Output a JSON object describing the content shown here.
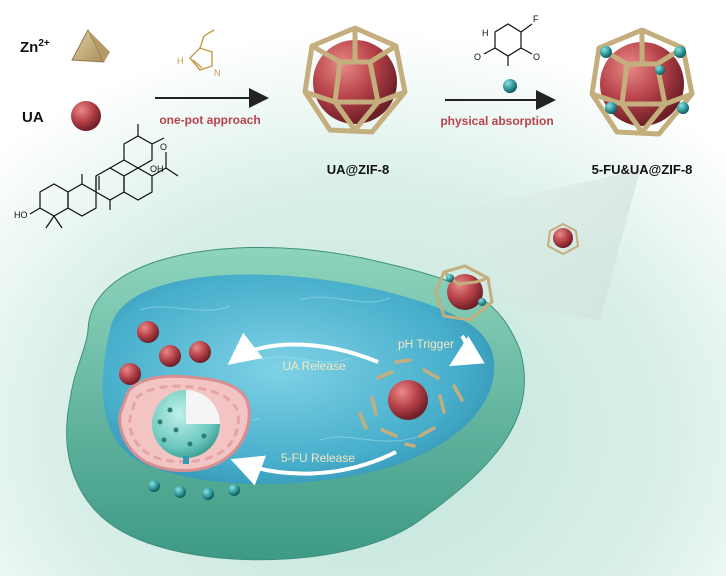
{
  "legend": {
    "zn_label": "Zn",
    "zn_sup": "2+",
    "ua_label": "UA"
  },
  "steps": {
    "step1_label": "one-pot approach",
    "step2_label": "physical absorption"
  },
  "products": {
    "product1": "UA@ZIF-8",
    "product2": "5-FU&UA@ZIF-8"
  },
  "structures": {
    "methylimidazole_h": "H",
    "methylimidazole_n": "N",
    "fu_f": "F",
    "fu_o1": "O",
    "fu_o2": "O",
    "fu_h": "H",
    "ua_oh": "OH",
    "ua_ho": "HO",
    "ua_o": "O"
  },
  "cell": {
    "ph_trigger": "pH Trigger",
    "ua_release": "UA Release",
    "fu_release": "5-FU Release"
  },
  "colors": {
    "zn": "#c8b383",
    "ua": "#b7424a",
    "fu": "#3aa8a8",
    "arrow_text": "#b7424a",
    "cell_membrane": "#5bb49e",
    "cell_fluid": "#4fb8d2",
    "nucleus_pink": "#e9a6a8",
    "frame": "#c4ae7d"
  }
}
